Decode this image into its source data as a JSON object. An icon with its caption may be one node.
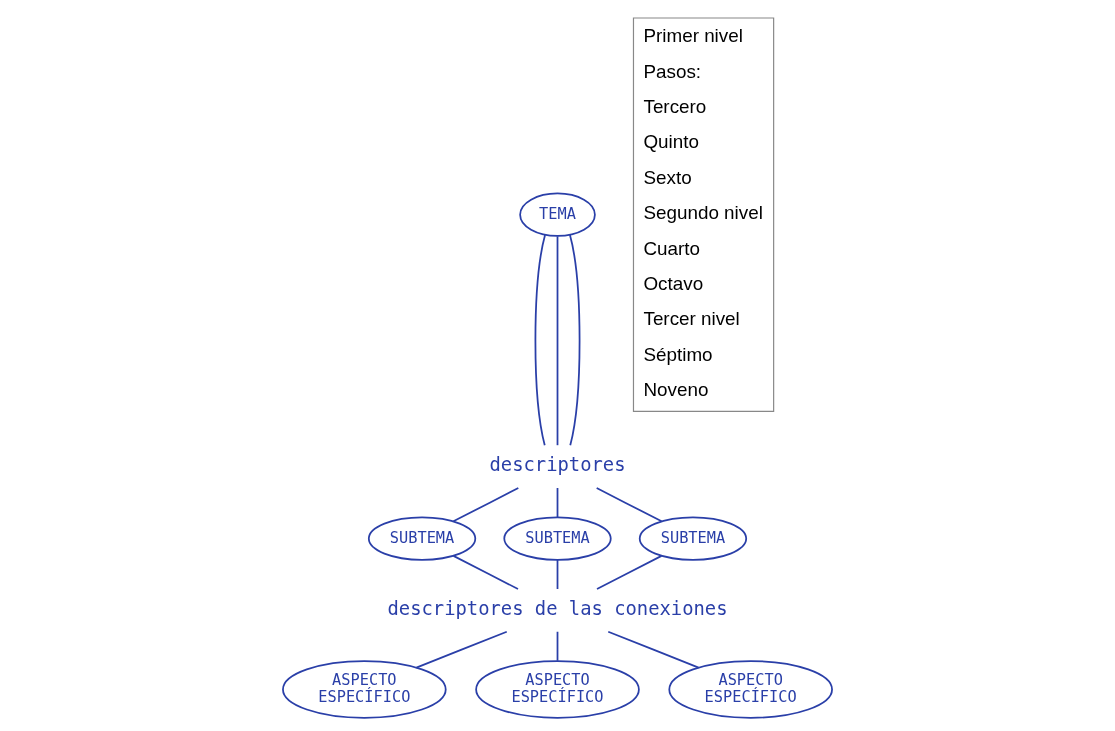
{
  "diagram": {
    "nodes": [
      {
        "text": [
          "TEMA"
        ]
      },
      {
        "text": [
          "descriptores"
        ]
      },
      {
        "text": [
          "SUBTEMA"
        ]
      },
      {
        "text": [
          "SUBTEMA"
        ]
      },
      {
        "text": [
          "SUBTEMA"
        ]
      },
      {
        "text": [
          "descriptores de las conexiones"
        ]
      },
      {
        "text": [
          "ASPECTO ESPECÍFICO"
        ]
      },
      {
        "text": [
          "ASPECTO ESPECÍFICO"
        ]
      },
      {
        "text": [
          "ASPECTO ESPECÍFICO"
        ]
      }
    ],
    "edges": [
      {
        "from": 0,
        "to": 1,
        "arrow": "none"
      },
      {
        "from": 0,
        "to": 1,
        "arrow": "none"
      },
      {
        "from": 0,
        "to": 1,
        "arrow": "none"
      },
      {
        "from": 1,
        "to": 2,
        "arrow": "none"
      },
      {
        "from": 1,
        "to": 3,
        "arrow": "none"
      },
      {
        "from": 1,
        "to": 4,
        "arrow": "none"
      },
      {
        "from": 2,
        "to": 5,
        "arrow": "none"
      },
      {
        "from": 3,
        "to": 5,
        "arrow": "none"
      },
      {
        "from": 4,
        "to": 5,
        "arrow": "none"
      },
      {
        "from": 5,
        "to": 6,
        "arrow": "none"
      },
      {
        "from": 5,
        "to": 7,
        "arrow": "none"
      },
      {
        "from": 5,
        "to": 8,
        "arrow": "none"
      }
    ],
    "labels": [
      "Primer nivel",
      "Pasos:",
      "Tercero",
      "Quinto",
      "Sexto",
      "Segundo nivel",
      "Cuarto",
      "Octavo",
      "Tercer nivel",
      "Séptimo",
      "Noveno"
    ]
  }
}
